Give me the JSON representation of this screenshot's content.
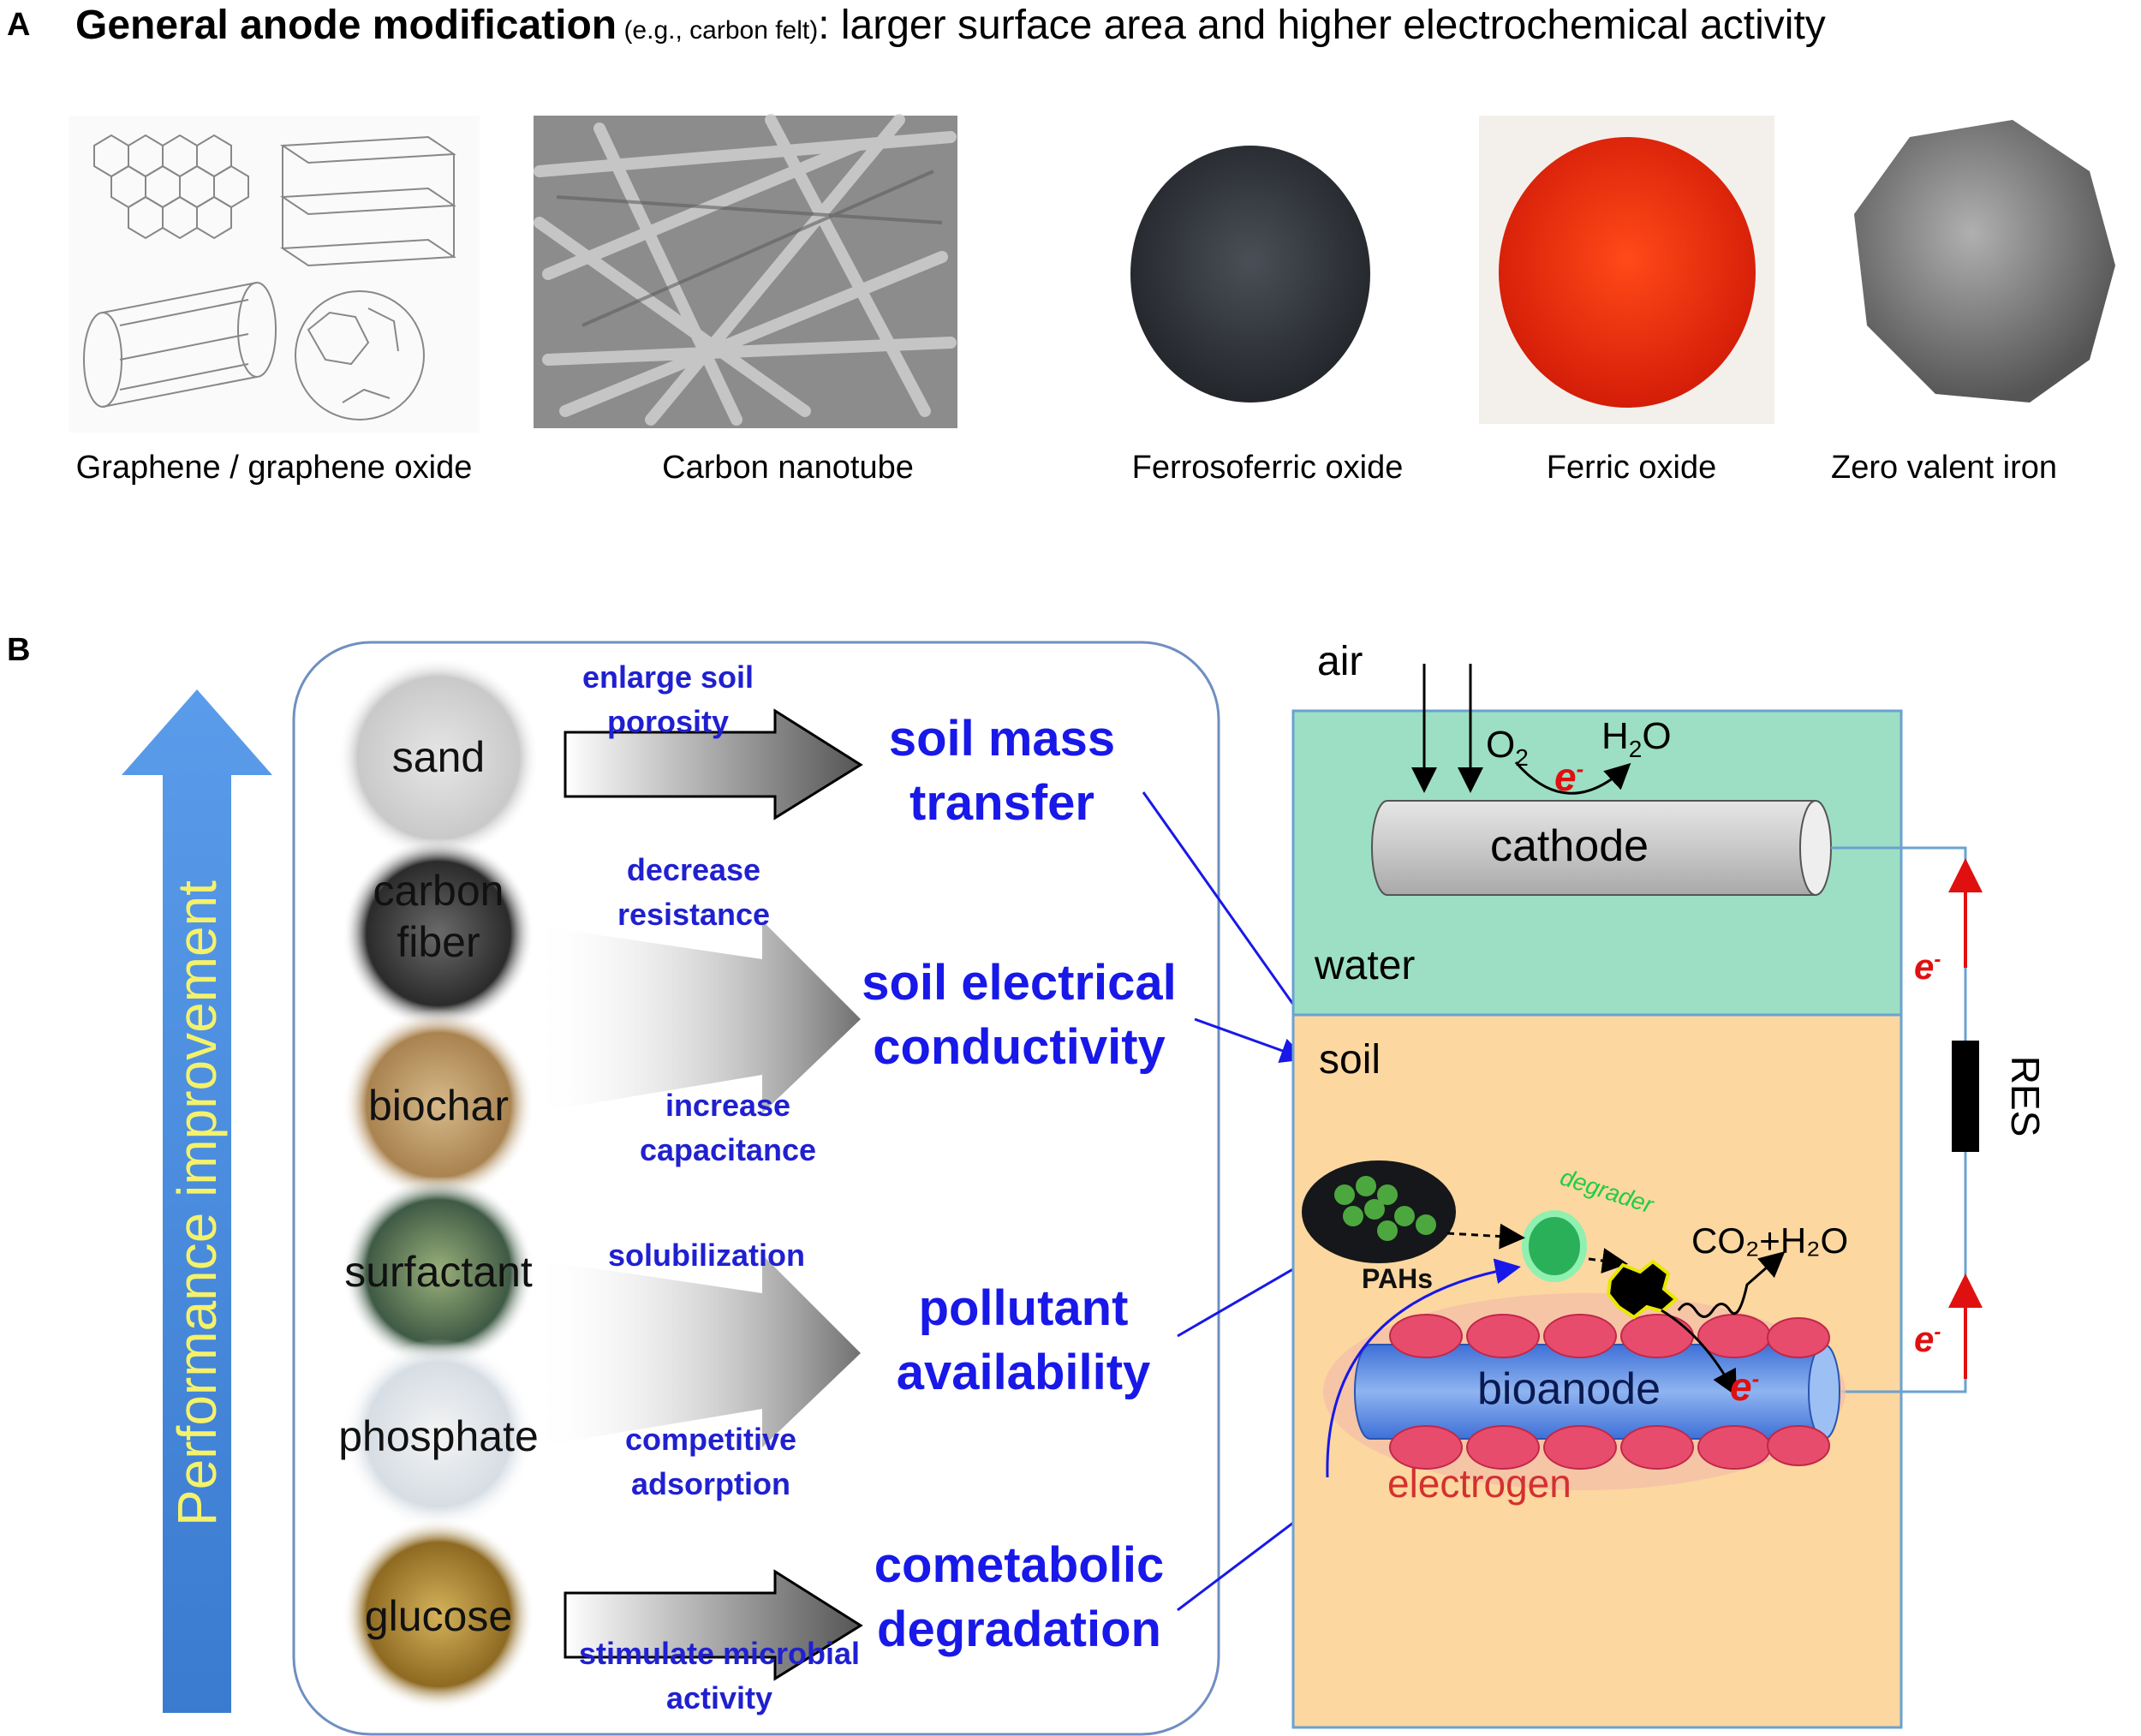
{
  "panel_a": {
    "letter": "A",
    "title_bold": "General anode modification",
    "title_small": " (e.g., carbon felt)",
    "title_rest": ": larger surface area and higher electrochemical activity",
    "materials": [
      {
        "label": "Graphene / graphene oxide"
      },
      {
        "label": "Carbon nanotube"
      },
      {
        "label": "Ferrosoferric oxide"
      },
      {
        "label": "Ferric oxide"
      },
      {
        "label": "Zero valent iron"
      }
    ]
  },
  "panel_b": {
    "letter": "B",
    "performance_arrow_label": "Performance improvement",
    "amendments": [
      {
        "label": "sand"
      },
      {
        "label": "carbon fiber"
      },
      {
        "label": "biochar"
      },
      {
        "label": "surfactant"
      },
      {
        "label": "phosphate"
      },
      {
        "label": "glucose"
      }
    ],
    "mechanisms": {
      "enlarge": "enlarge soil porosity",
      "decrease_resistance": "decrease resistance",
      "increase_capacitance": "increase capacitance",
      "solubilization": "solubilization",
      "competitive_adsorption": "competitive adsorption",
      "stimulate": "stimulate microbial activity"
    },
    "effects": {
      "mass_transfer": "soil mass transfer",
      "conductivity": "soil electrical conductivity",
      "availability": "pollutant availability",
      "cometabolic": "cometabolic degradation"
    },
    "cell": {
      "air": "air",
      "o2": "O",
      "o2_sub": "2",
      "h2o_cathode": "H",
      "h2o_sub": "2",
      "h2o_o": "O",
      "electron": "e",
      "electron_sup": "-",
      "cathode": "cathode",
      "water": "water",
      "soil": "soil",
      "res": "RES",
      "degrader": "degrader",
      "pahs": "PAHs",
      "co2_h2o": "CO₂+H₂O",
      "bioanode": "bioanode",
      "electrogen": "electrogen"
    },
    "colors": {
      "water_fill": "#9ddfc4",
      "soil_fill": "#fcd7a0",
      "blue_text": "#1818e8",
      "arrow_blue": "#4a8ee0",
      "red": "#e01010"
    }
  }
}
